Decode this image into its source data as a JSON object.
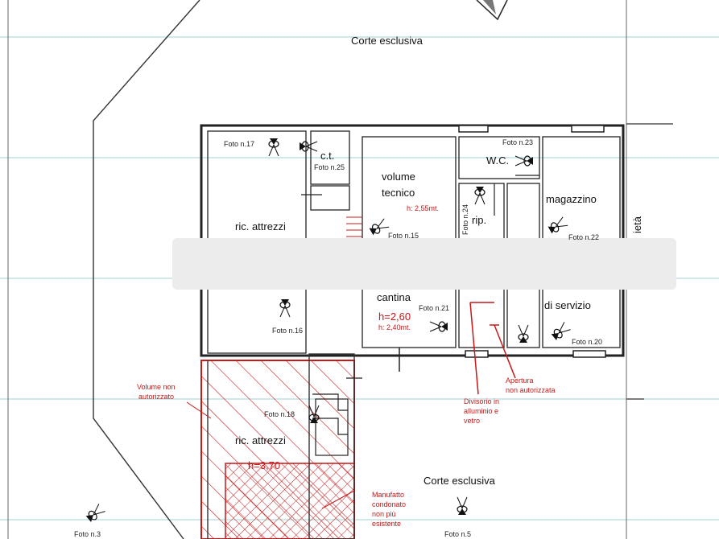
{
  "labels": {
    "corte_top": "Corte esclusiva",
    "corte_bottom": "Corte esclusiva",
    "ct": "c.t.",
    "volume_tecnico_1": "volume",
    "volume_tecnico_2": "tecnico",
    "volume_h": "h: 2,55mt.",
    "wc": "W.C.",
    "rip": "rip.",
    "magazzino": "magazzino",
    "ric_attrezzi_1": "ric. attrezzi",
    "ric_attrezzi_2": "ric. attrezzi",
    "cantina": "cantina",
    "cantina_h1": "h=2,60",
    "cantina_h2": "h: 2,40mt.",
    "di_servizio": "di servizio",
    "h_370": "h=3,70",
    "side_text": "ietà"
  },
  "photos": {
    "f17": "Foto n.17",
    "f25": "Foto n.25",
    "f23": "Foto n.23",
    "f15": "Foto n.15",
    "f24": "Foto n.24",
    "f22": "Foto n.22",
    "f16": "Foto n.16",
    "f21": "Foto n.21",
    "f20": "Foto n.20",
    "f18": "Foto n.18",
    "f3": "Foto n.3",
    "f5": "Foto n.5"
  },
  "notes": {
    "volume_non_1": "Volume non",
    "volume_non_2": "autorizzato",
    "apertura_1": "Apertura",
    "apertura_2": "non autorizzata",
    "divisorio_1": "Divisorio in",
    "divisorio_2": "alluminio e",
    "divisorio_3": "vetro",
    "manufatto_1": "Manufatto",
    "manufatto_2": "condonato",
    "manufatto_3": "non più",
    "manufatto_4": "esistente"
  },
  "colors": {
    "grid": "#9fd3d6",
    "walls": "#222222",
    "annotations": "#c81818",
    "blur_band": "#ececec"
  },
  "icons": [
    "camera-marker-icon",
    "north-arrow-icon"
  ]
}
